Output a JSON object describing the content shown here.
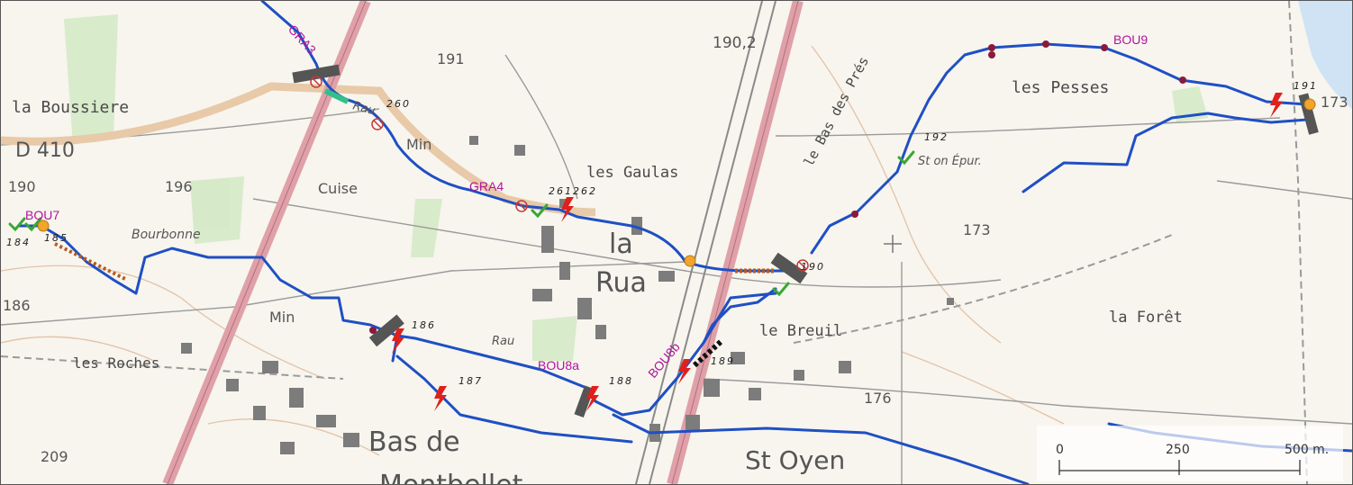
{
  "map": {
    "places": {
      "la_boussiere": "la Boussiere",
      "les_pesses": "les Pesses",
      "les_gaulas": "les Gaulas",
      "la_rua_line1": "la",
      "la_rua_line2": "Rua",
      "le_breuil": "le Breuil",
      "la_foret": "la Forêt",
      "les_roches": "les Roches",
      "cuise": "Cuise",
      "bourbonne": "Bourbonne",
      "bas_de": "Bas de",
      "montbellet": "Montbellet",
      "st_oyen": "St Oyen",
      "le_bas_des_pres": "le Bas des Prés",
      "st_on_epur": "St on Épur.",
      "road_d410": "D 410",
      "min_1": "Min",
      "min_2": "Min",
      "rau_1": "Rau",
      "rau_2": "Rau"
    },
    "elevations": {
      "e190_2": "190,2",
      "e191": "191",
      "e190": "190",
      "e196": "196",
      "e186": "186",
      "e173": "173",
      "e176": "176",
      "e209": "209",
      "e173b": "173"
    },
    "section_codes": {
      "gra3": "GRA3",
      "gra4": "GRA4",
      "bou7": "BOU7",
      "bou8a": "BOU8a",
      "bou8b": "BOU8b",
      "bou9": "BOU9"
    },
    "point_numbers": {
      "p260": "260",
      "p261262": "261262",
      "p192": "192",
      "p184": "184",
      "p185": "185",
      "p186": "186",
      "p187": "187",
      "p188": "188",
      "p189": "189",
      "p190": "190",
      "p191": "191"
    },
    "scale_bar": {
      "tick0": "0",
      "tick1": "250",
      "tick2": "500 m."
    },
    "colors": {
      "stream": "#1f4fc4",
      "railway": "#e0a0a8",
      "road": "#e8c9a8",
      "code_label": "#b0149e",
      "flash": "#e0201c",
      "check": "#3aa832",
      "orange_dot": "#f2a52a",
      "water": "#cfe3f5",
      "green_area": "#cfe8c2"
    }
  }
}
